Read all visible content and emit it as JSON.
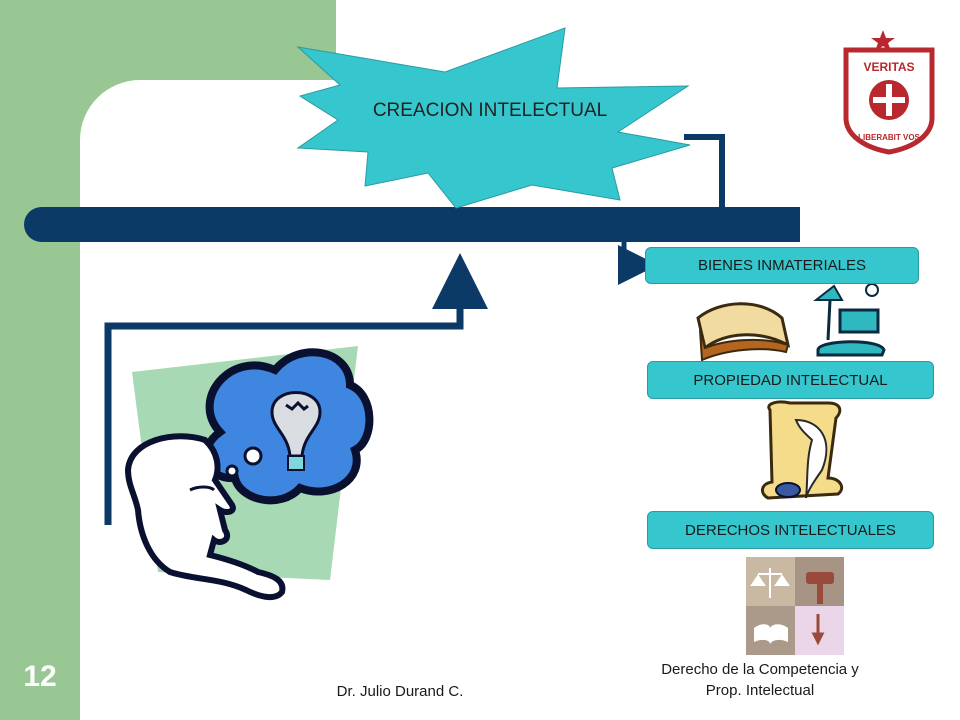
{
  "slide": {
    "number": "12"
  },
  "burst": {
    "label": "CREACION INTELECTUAL"
  },
  "boxes": {
    "bienes": "BIENES INMATERIALES",
    "propiedad": "PROPIEDAD INTELECTUAL",
    "derechos": "DERECHOS INTELECTUALES"
  },
  "logo": {
    "top_text": "VERITAS",
    "bottom_text": "LIBERABIT VOS"
  },
  "footer": {
    "author": "Dr. Julio Durand C.",
    "course_line1": "Derecho de la Competencia  y",
    "course_line2": "Prop. Intelectual"
  },
  "colors": {
    "green": "#99c793",
    "navy": "#0c3a66",
    "cyan": "#35c7cd",
    "logo_red": "#b8282e"
  }
}
